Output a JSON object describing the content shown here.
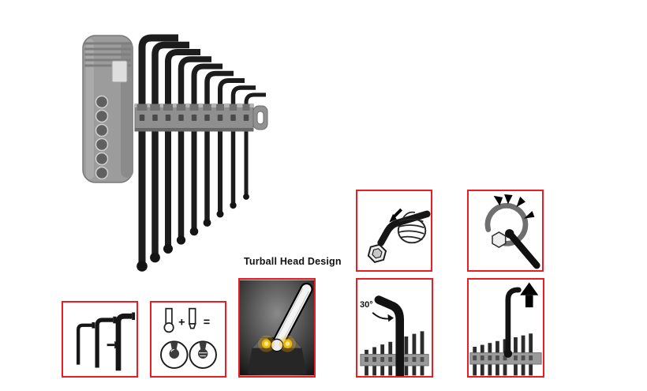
{
  "labels": {
    "turball_title": "Turball Head Design",
    "angle_label": "30°",
    "plus_sign": "+",
    "equals_sign": "="
  },
  "colors": {
    "box_border": "#ec1c24",
    "tool_black": "#1b1b1b",
    "holder_gray": "#999999",
    "glow_yellow": "#ffc800",
    "panel_dark": "#2b2b2b",
    "background": "#ffffff"
  },
  "product_photo": {
    "key_count": 9,
    "subject": "long-arm ball-point hex key set in gray plastic holder"
  },
  "icons": {
    "photo": "hex-key-set-photo",
    "hand_box": "hand-inserting-key-icon",
    "clip_box": "retaining-clip-icon",
    "sizes_box": "key-length-sizes-icon",
    "chamfer_box": "ball-plus-chamfer-icon",
    "turball_box": "turball-socket-icon",
    "angle_box": "angle-entry-icon",
    "pull_box": "pull-key-out-icon"
  }
}
